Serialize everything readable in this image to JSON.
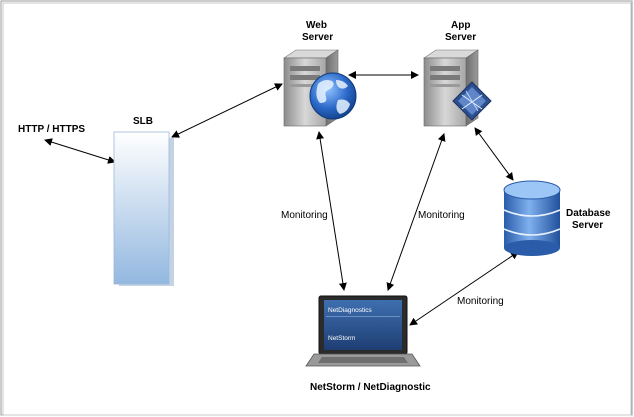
{
  "nodes": {
    "http": {
      "label": "HTTP / HTTPS"
    },
    "slb": {
      "label": "SLB"
    },
    "web_server": {
      "label_line1": "Web",
      "label_line2": "Server"
    },
    "app_server": {
      "label_line1": "App",
      "label_line2": "Server"
    },
    "database_server": {
      "label_line1": "Database",
      "label_line2": "Server"
    },
    "netstorm": {
      "label": "NetStorm / NetDiagnostic",
      "screen_line1": "NetDiagnostics",
      "screen_line2": "NetStorm"
    }
  },
  "edge_labels": {
    "web_monitoring": "Monitoring",
    "app_monitoring": "Monitoring",
    "db_monitoring": "Monitoring"
  },
  "colors": {
    "slb_top": "#ffffff",
    "slb_bottom": "#93b8e0",
    "db_blue": "#2f64b5",
    "globe_blue": "#1b4c9e",
    "laptop_screen": "#2a4e86",
    "border": "#9a9a9a"
  }
}
